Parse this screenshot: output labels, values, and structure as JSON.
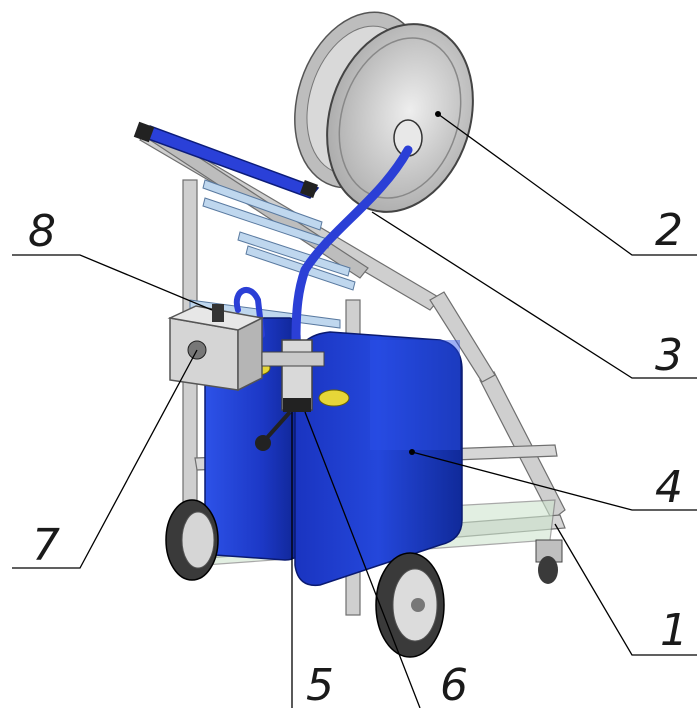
{
  "callouts": [
    {
      "id": "1",
      "text": "1"
    },
    {
      "id": "2",
      "text": "2"
    },
    {
      "id": "3",
      "text": "3"
    },
    {
      "id": "4",
      "text": "4"
    },
    {
      "id": "5",
      "text": "5"
    },
    {
      "id": "6",
      "text": "6"
    },
    {
      "id": "7",
      "text": "7"
    },
    {
      "id": "8",
      "text": "8"
    }
  ],
  "colors": {
    "frame": "#c9c9c9",
    "frame_shade": "#8e8e8e",
    "canister": "#1f3fcf",
    "canister_dark": "#0e238a",
    "hose": "#2b3fd6",
    "cap": "#e7d93a",
    "reel": "#d6d6d6",
    "tire": "#3a3a3a",
    "line": "#000000"
  }
}
